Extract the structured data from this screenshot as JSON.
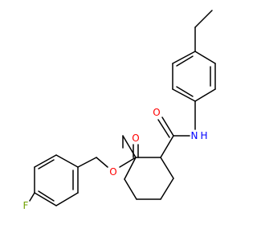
{
  "molecule": {
    "atom_labels": {
      "O_carbonyl_ester": "O",
      "O_ester_link": "O",
      "O_amide": "O",
      "N_amide": "N",
      "H_amide": "H",
      "F": "F"
    },
    "colors": {
      "bond": "#000000",
      "oxygen": "#ff0000",
      "nitrogen": "#0000ff",
      "fluorine": "#6fa000"
    }
  }
}
